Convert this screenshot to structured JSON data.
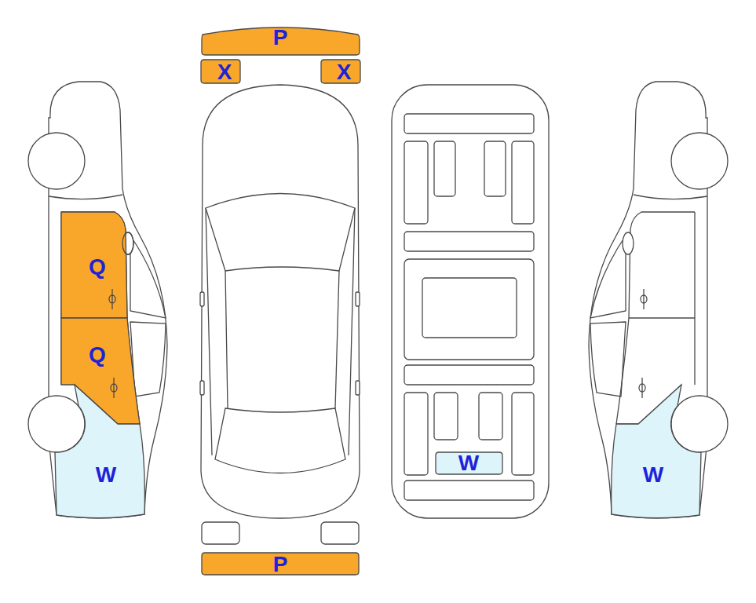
{
  "diagram": {
    "nodes": [
      {
        "text": [
          "P"
        ]
      },
      {
        "text": [
          "X"
        ]
      },
      {
        "text": [
          "X"
        ]
      },
      {
        "text": [
          "Q"
        ]
      },
      {
        "text": [
          "Q"
        ]
      },
      {
        "text": [
          "W"
        ]
      },
      {
        "text": [
          "W"
        ]
      },
      {
        "text": [
          "W"
        ]
      },
      {
        "text": [
          "P"
        ]
      }
    ]
  }
}
